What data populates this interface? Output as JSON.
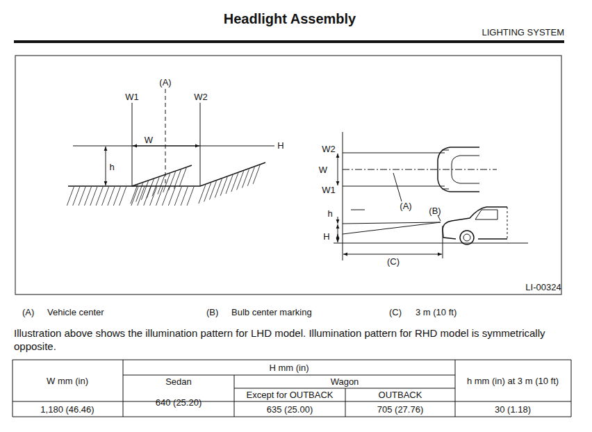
{
  "diagram": {
    "title": "Headlight Assembly",
    "labels": [
      "LIGHTING SYSTEM",
      "(A)",
      "W1",
      "W2",
      "W",
      "H",
      "h",
      "W2",
      "W",
      "W1",
      "(A)",
      "(B)",
      "h",
      "H",
      "(C)",
      "LI-00324",
      "(A)",
      "Vehicle center",
      "(B)",
      "Bulb center marking",
      "(C)",
      "3 m (10 ft)",
      "Illustration above shows the illumination pattern for LHD model. Illumination pattern for RHD model is symmetrically opposite.",
      "W mm (in)",
      "H mm (in)",
      "h mm (in) at 3 m (10 ft)",
      "Sedan",
      "Wagon",
      "Except for OUTBACK",
      "OUTBACK",
      "640 (25.20)",
      "1,180 (46.46)",
      "635 (25.00)",
      "705 (27.76)",
      "30 (1.18)"
    ]
  }
}
